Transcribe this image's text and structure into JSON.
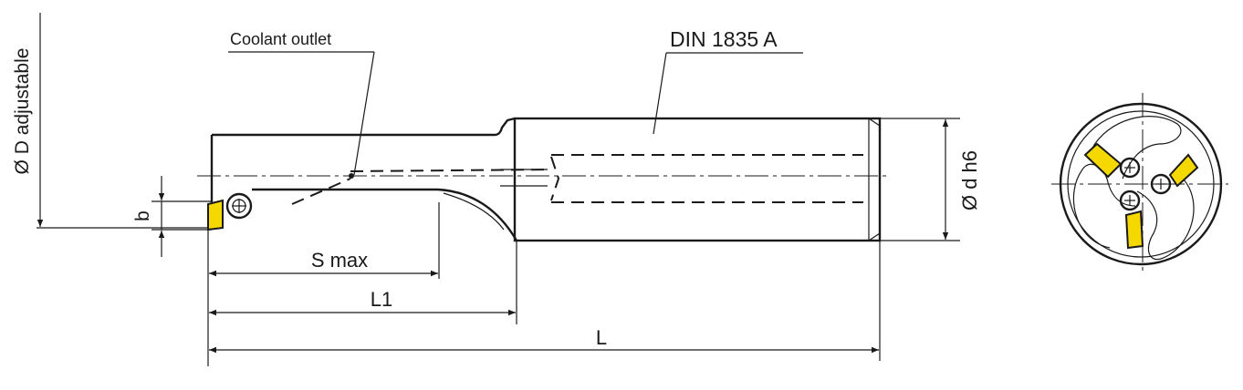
{
  "labels": {
    "coolant_outlet": "Coolant outlet",
    "din_standard": "DIN 1835 A",
    "diameter_D": "Ø D adjustable",
    "dim_b": "b",
    "s_max": "S max",
    "l1": "L1",
    "l_total": "L",
    "diameter_d": "Ø d  h6"
  },
  "colors": {
    "line": "#1a1a1a",
    "insert": "#f5d800",
    "background": "#ffffff"
  }
}
